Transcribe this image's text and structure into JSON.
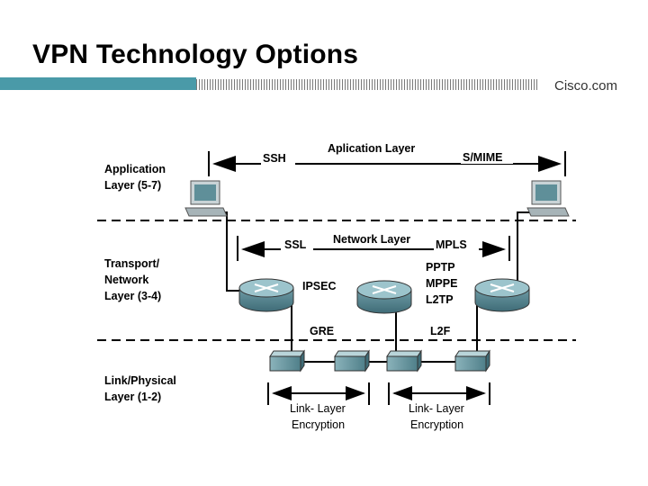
{
  "title": "VPN Technology Options",
  "brand": "Cisco.com",
  "layers": [
    {
      "label": "Application\nLayer (5-7)"
    },
    {
      "label": "Transport/\nNetwork\nLayer (3-4)"
    },
    {
      "label": "Link/Physical\nLayer (1-2)"
    }
  ],
  "diagram": {
    "application_layer": {
      "title": "Aplication Layer",
      "left": "SSH",
      "right": "S/MIME"
    },
    "network_layer": {
      "title": "Network Layer",
      "left": "SSL",
      "right": "MPLS"
    },
    "ipsec": "IPSEC",
    "pptp_stack": [
      "PPTP",
      "MPPE",
      "L2TP"
    ],
    "gre": "GRE",
    "l2f": "L2F",
    "link_encryption": [
      "Link- Layer",
      "Encryption"
    ]
  },
  "colors": {
    "accent": "#4a9aa8",
    "device_body": "#5f8e98",
    "device_top": "#9cc4cc"
  }
}
